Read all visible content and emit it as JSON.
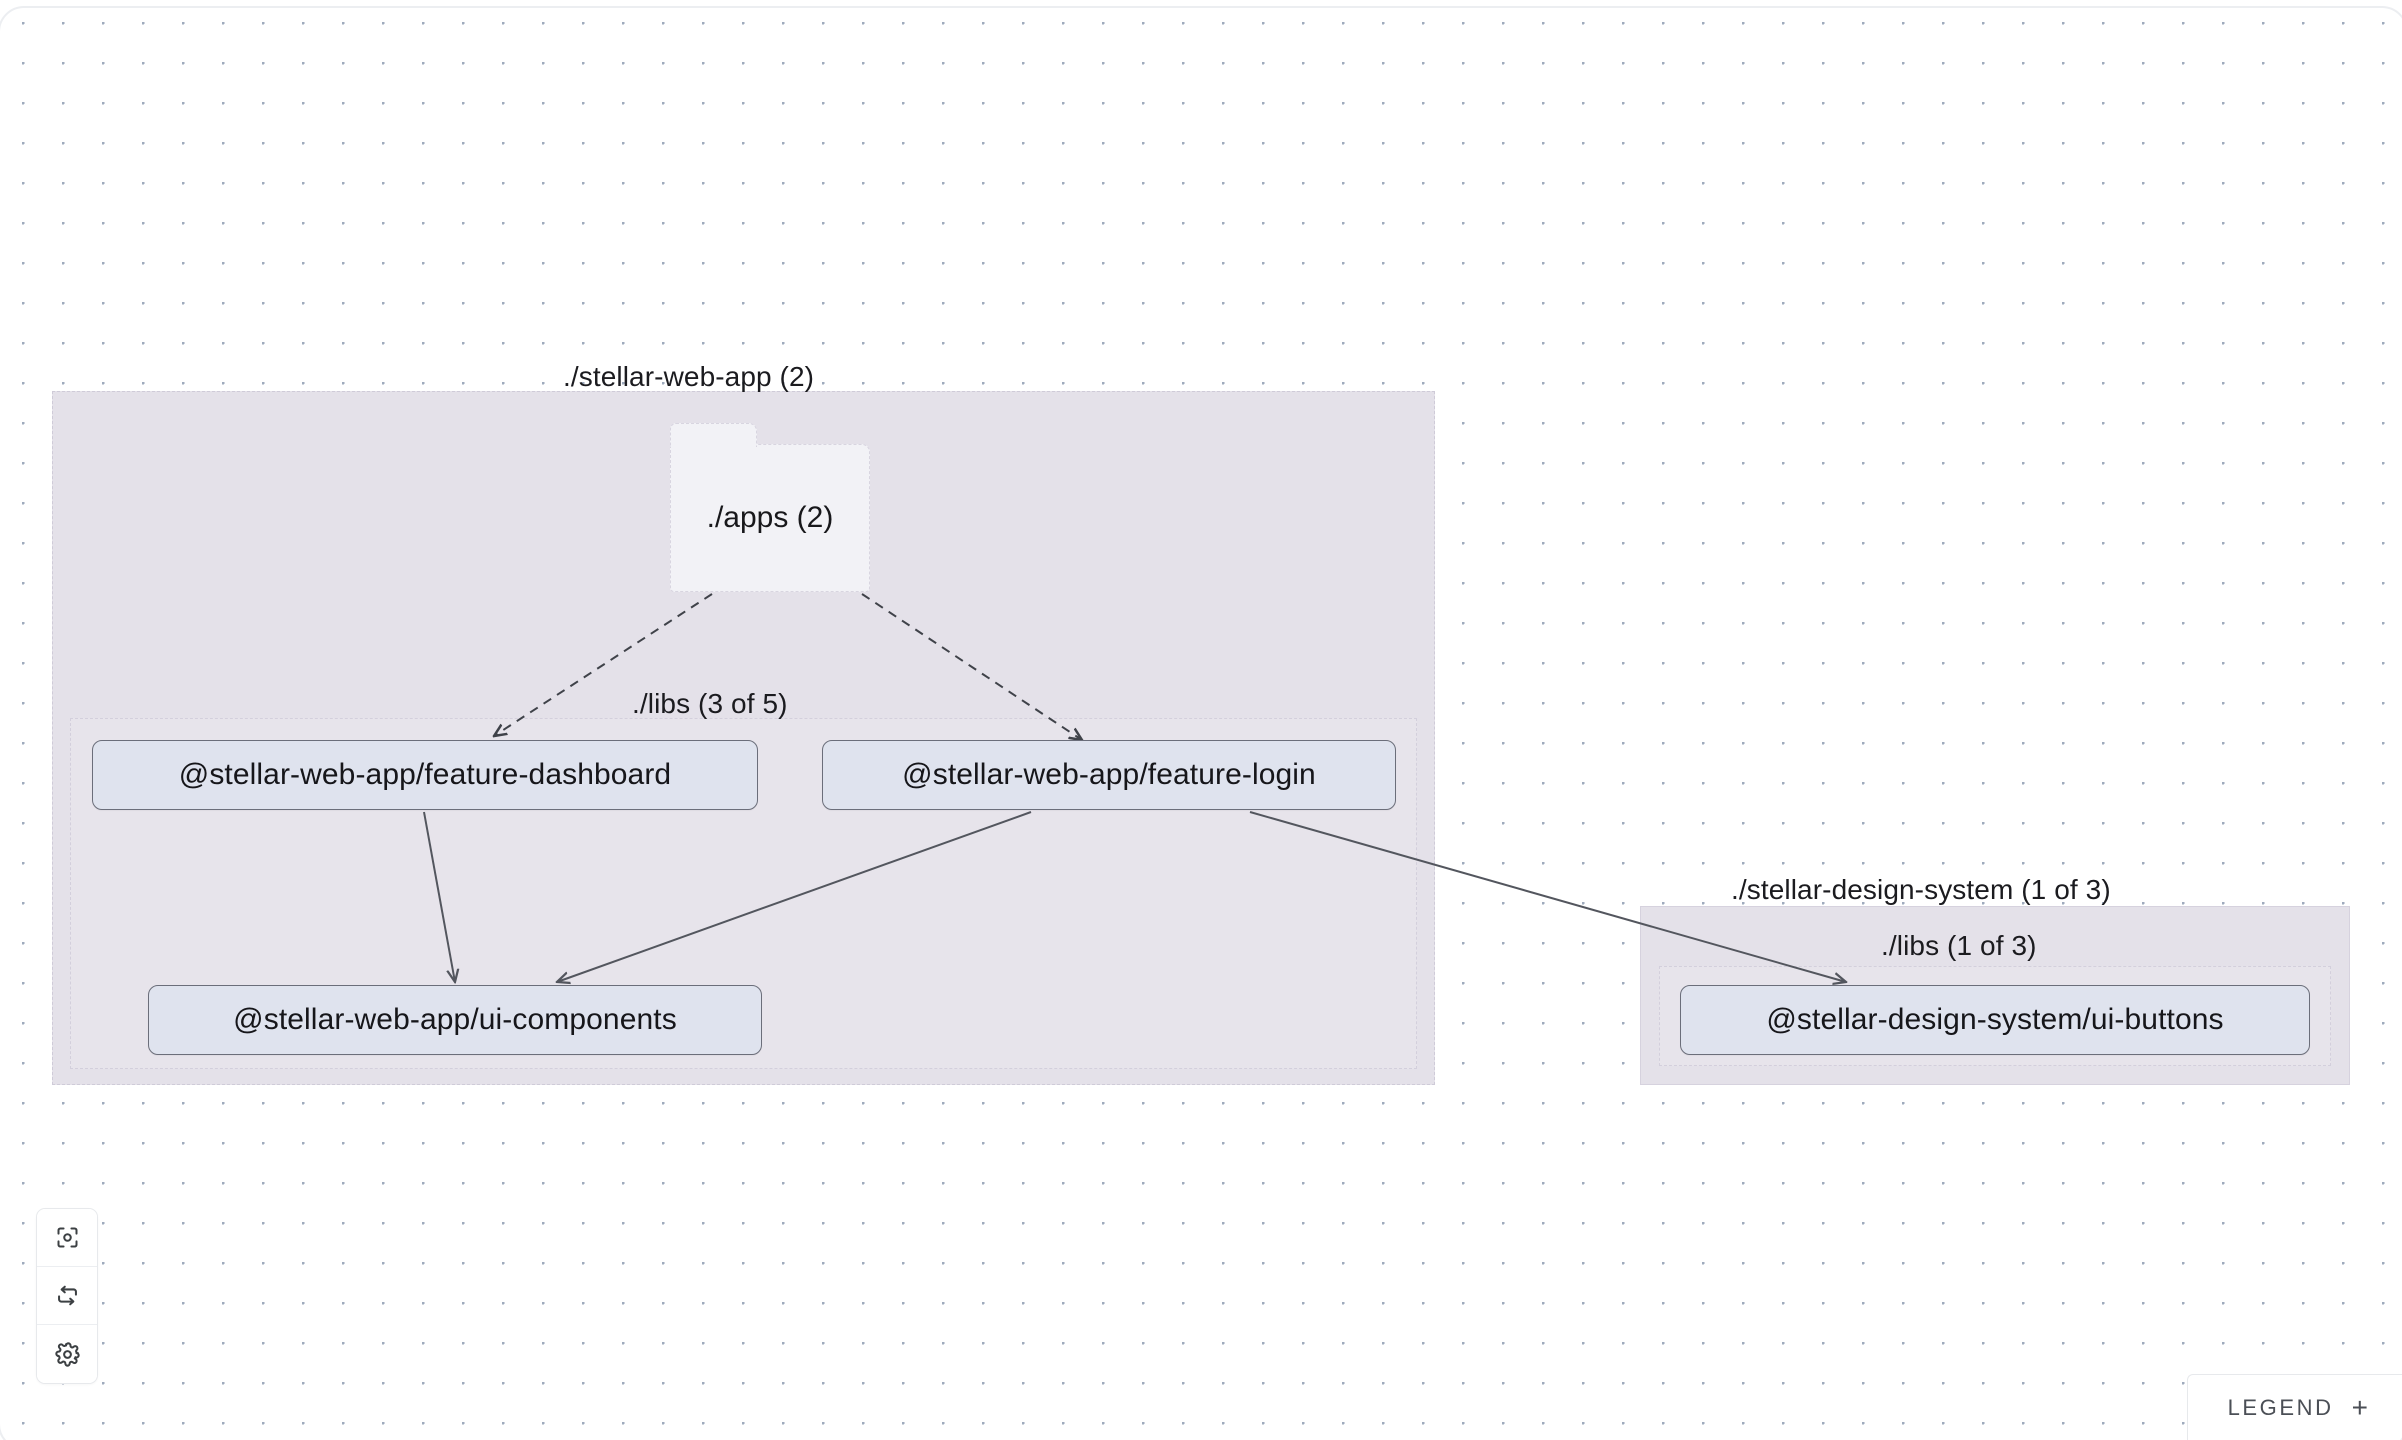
{
  "canvas": {
    "background": "#ffffff",
    "dot_color": "#9fabbd",
    "group_fill": "#e4e1e9",
    "node_fill": "#dfe3ee",
    "node_border": "#6b6e7a",
    "edge_color": "#53565e"
  },
  "groups": [
    {
      "id": "stellar-web-app",
      "label": "./stellar-web-app (2)",
      "style": "dashed"
    },
    {
      "id": "web-app-libs",
      "label": "./libs (3 of 5)",
      "style": "dashed"
    },
    {
      "id": "stellar-design-system",
      "label": "./stellar-design-system (1 of 3)",
      "style": "solid"
    },
    {
      "id": "design-system-libs",
      "label": "./libs (1 of 3)",
      "style": "dashed"
    }
  ],
  "folder_node": {
    "id": "apps",
    "label": "./apps (2)"
  },
  "nodes": [
    {
      "id": "feature-dashboard",
      "label": "@stellar-web-app/feature-dashboard"
    },
    {
      "id": "feature-login",
      "label": "@stellar-web-app/feature-login"
    },
    {
      "id": "ui-components",
      "label": "@stellar-web-app/ui-components"
    },
    {
      "id": "ui-buttons",
      "label": "@stellar-design-system/ui-buttons"
    }
  ],
  "edges": [
    {
      "from": "apps",
      "to": "feature-dashboard",
      "style": "dashed"
    },
    {
      "from": "apps",
      "to": "feature-login",
      "style": "dashed"
    },
    {
      "from": "feature-dashboard",
      "to": "ui-components",
      "style": "solid"
    },
    {
      "from": "feature-login",
      "to": "ui-components",
      "style": "solid"
    },
    {
      "from": "feature-login",
      "to": "ui-buttons",
      "style": "solid"
    }
  ],
  "controls": [
    {
      "id": "focus",
      "icon": "focus-target-icon",
      "title": "Focus graph"
    },
    {
      "id": "refresh",
      "icon": "refresh-icon",
      "title": "Refresh"
    },
    {
      "id": "settings",
      "icon": "gear-icon",
      "title": "Settings"
    }
  ],
  "legend": {
    "label": "LEGEND",
    "expand_symbol": "+"
  }
}
